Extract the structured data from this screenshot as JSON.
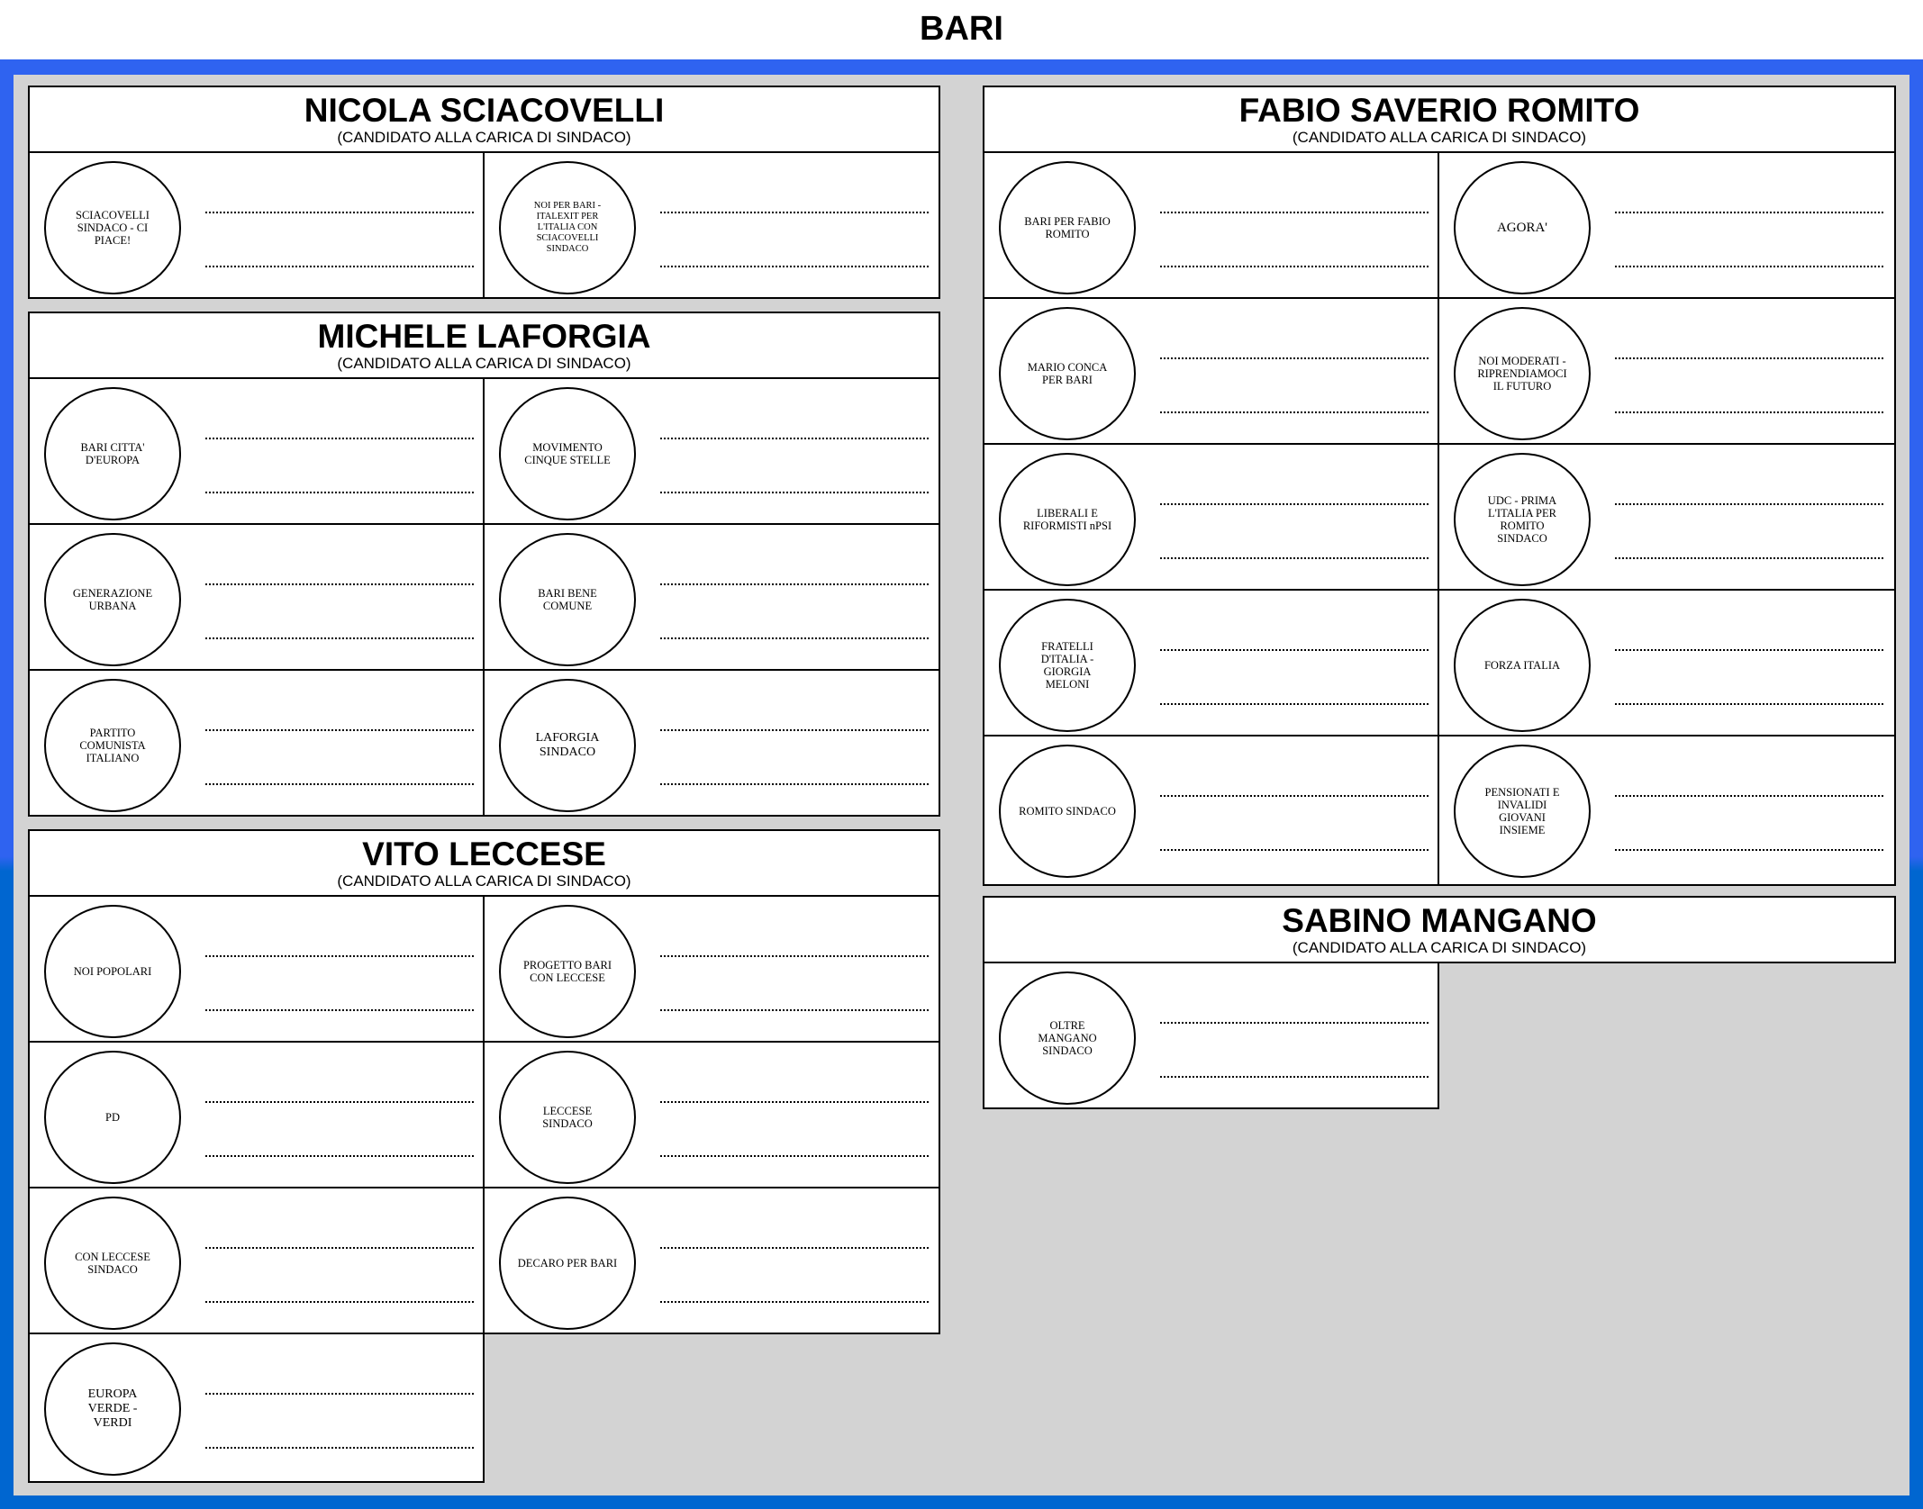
{
  "city": "BARI",
  "candidates": [
    {
      "name": "NICOLA SCIACOVELLI",
      "subtitle": "(CANDIDATO ALLA CARICA DI SINDACO)",
      "lists": [
        "SCIACOVELLI SINDACO - CI PIACE!",
        "NOI PER BARI - ITALEXIT PER L'ITALIA CON SCIACOVELLI SINDACO"
      ]
    },
    {
      "name": "MICHELE LAFORGIA",
      "subtitle": "(CANDIDATO ALLA CARICA DI SINDACO)",
      "lists": [
        "BARI CITTA' D'EUROPA",
        "MOVIMENTO CINQUE STELLE",
        "GENERAZIONE URBANA",
        "BARI BENE COMUNE",
        "PARTITO COMUNISTA ITALIANO",
        "LAFORGIA SINDACO"
      ]
    },
    {
      "name": "VITO LECCESE",
      "subtitle": "(CANDIDATO ALLA CARICA DI SINDACO)",
      "lists": [
        "NOI POPOLARI",
        "PROGETTO BARI CON LECCESE",
        "PD",
        "LECCESE SINDACO",
        "CON LECCESE SINDACO",
        "DECARO PER BARI",
        "EUROPA VERDE - VERDI"
      ]
    },
    {
      "name": "FABIO SAVERIO ROMITO",
      "subtitle": "(CANDIDATO ALLA CARICA DI SINDACO)",
      "lists": [
        "BARI PER FABIO ROMITO",
        "AGORA'",
        "MARIO CONCA PER BARI",
        "NOI MODERATI - RIPRENDIAMOCI IL FUTURO",
        "LIBERALI E RIFORMISTI nPSI",
        "UDC - PRIMA L'ITALIA PER ROMITO SINDACO",
        "FRATELLI D'ITALIA - GIORGIA MELONI",
        "FORZA ITALIA",
        "ROMITO SINDACO",
        "PENSIONATI E INVALIDI GIOVANI INSIEME"
      ]
    },
    {
      "name": "SABINO MANGANO",
      "subtitle": "(CANDIDATO ALLA CARICA DI SINDACO)",
      "lists": [
        "OLTRE MANGANO SINDACO"
      ]
    }
  ]
}
